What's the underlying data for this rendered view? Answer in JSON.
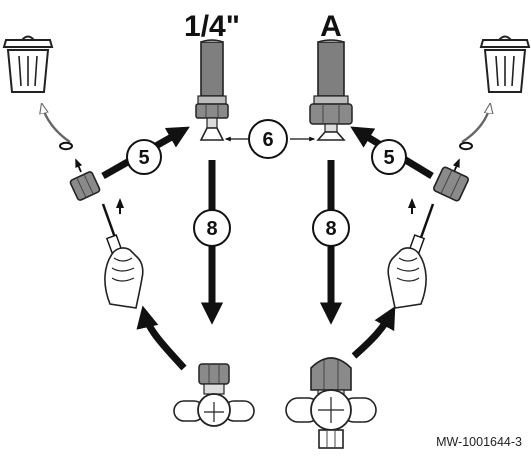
{
  "labels": {
    "left_valve": "1/4\"",
    "right_valve": "A",
    "reference": "MW-1001644-3"
  },
  "steps": {
    "loosen_nut_left": "5",
    "loosen_nut_right": "5",
    "compare_nuts": "6",
    "connect_left": "8",
    "connect_right": "8"
  },
  "icons": {
    "trash": "trash-bin-icon",
    "hand": "hand-with-screwdriver-icon",
    "valve": "refrigerant-valve-icon"
  },
  "colors": {
    "metal": "#808080",
    "metal_dark": "#5a5a5a",
    "line": "#111111"
  }
}
